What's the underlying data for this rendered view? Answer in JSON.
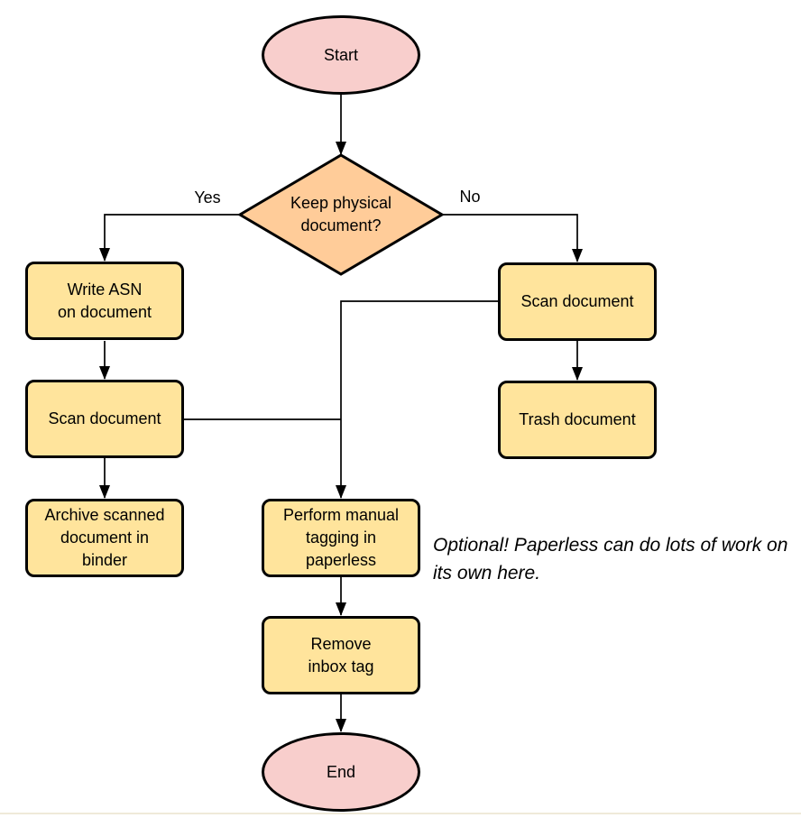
{
  "colors": {
    "terminator_fill": "#f8cecc",
    "decision_fill": "#ffcc99",
    "process_fill": "#ffe49c",
    "stroke": "#000000"
  },
  "nodes": {
    "start": {
      "label": "Start"
    },
    "decision_keep_physical": {
      "label": "Keep physical\ndocument?"
    },
    "write_asn": {
      "label": "Write ASN\non document"
    },
    "scan_document_left": {
      "label": "Scan document"
    },
    "archive_binder": {
      "label": "Archive scanned\ndocument in\nbinder"
    },
    "scan_document_right": {
      "label": "Scan document"
    },
    "trash_document": {
      "label": "Trash document"
    },
    "manual_tagging": {
      "label": "Perform manual\ntagging in\npaperless"
    },
    "remove_inbox_tag": {
      "label": "Remove\ninbox tag"
    },
    "end": {
      "label": "End"
    }
  },
  "edge_labels": {
    "yes": "Yes",
    "no": "No"
  },
  "annotation": {
    "text": "Optional! Paperless can do lots of work on\nits own here."
  }
}
